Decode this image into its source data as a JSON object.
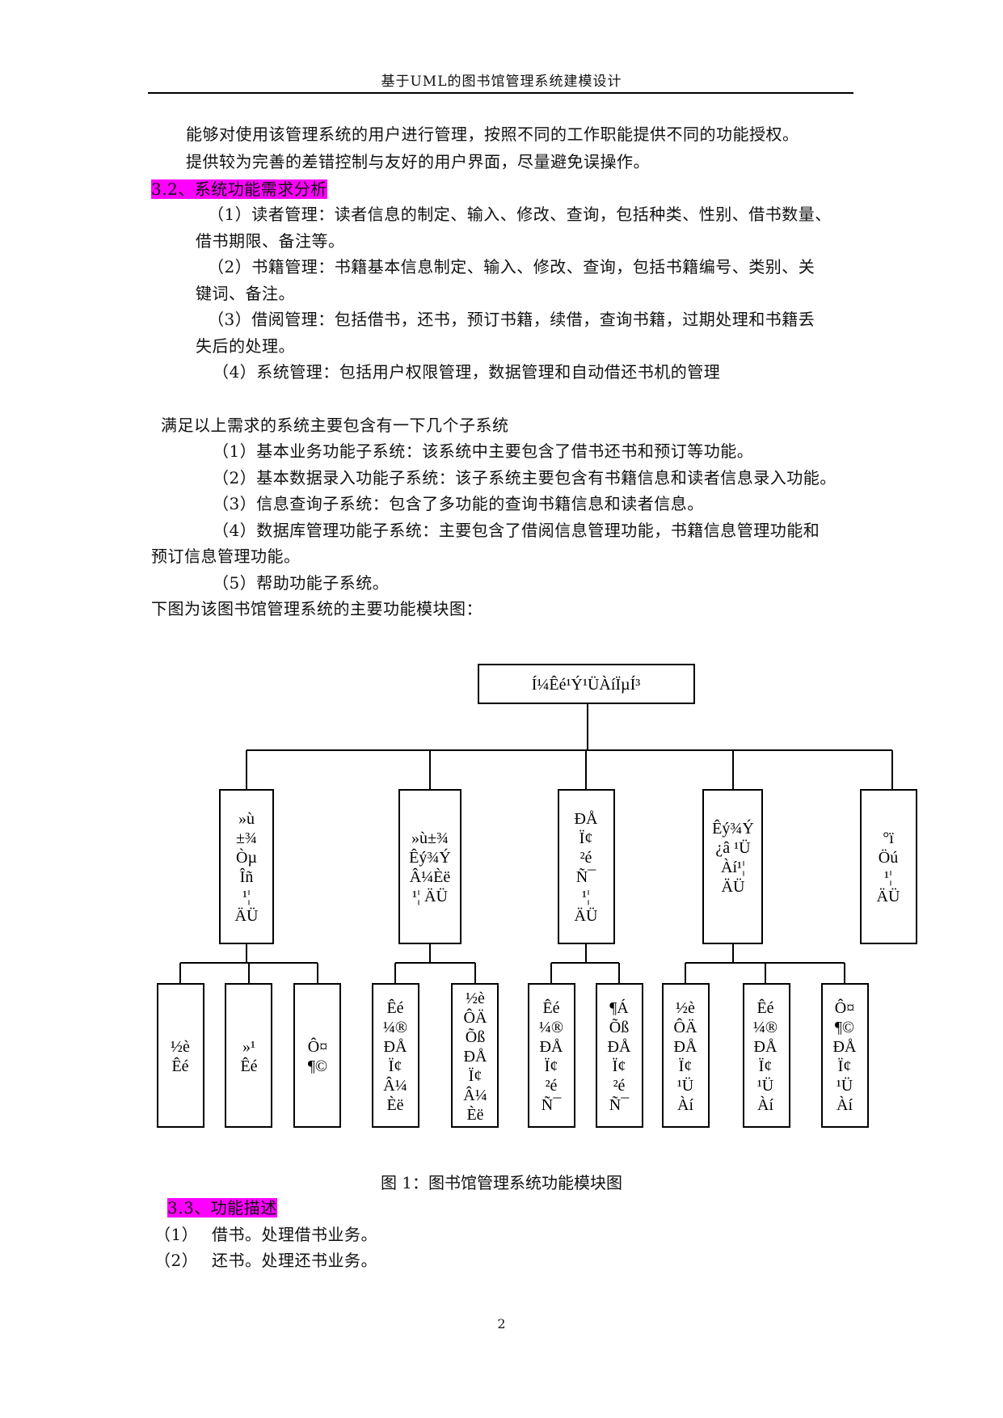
{
  "header": {
    "title": "基于UML的图书馆管理系统建模设计"
  },
  "intro": [
    "能够对使用该管理系统的用户进行管理，按照不同的工作职能提供不同的功能授权。",
    "提供较为完善的差错控制与友好的用户界面，尽量避免误操作。"
  ],
  "section_3_2": {
    "heading": "3.2、系统功能需求分析",
    "items": [
      "（1）读者管理：读者信息的制定、输入、修改、查询，包括种类、性别、借书数量、",
      "借书期限、备注等。",
      "（2）书籍管理：书籍基本信息制定、输入、修改、查询，包括书籍编号、类别、关",
      "键词、备注。",
      "（3）借阅管理：包括借书，还书，预订书籍，续借，查询书籍，过期处理和书籍丢",
      "失后的处理。",
      "（4）系统管理：包括用户权限管理，数据管理和自动借还书机的管理"
    ],
    "subsystems_intro": "满足以上需求的系统主要包含有一下几个子系统",
    "subsystems": [
      "（1）基本业务功能子系统：该系统中主要包含了借书还书和预订等功能。",
      "（2）基本数据录入功能子系统：该子系统主要包含有书籍信息和读者信息录入功能。",
      "（3）信息查询子系统：包含了多功能的查询书籍信息和读者信息。",
      "（4）数据库管理功能子系统：主要包含了借阅信息管理功能，书籍信息管理功能和",
      "预订信息管理功能。",
      "（5）帮助功能子系统。"
    ],
    "figure_intro": "下图为该图书馆管理系统的主要功能模块图："
  },
  "diagram": {
    "root": "Í¼Êé¹Ý¹ÜÀíÏµÍ³",
    "modules": [
      {
        "lines": [
          "»ù",
          "±¾",
          "Òµ",
          "Îñ",
          "¹¦",
          "ÄÜ"
        ]
      },
      {
        "lines": [
          "»ù±¾",
          "Êý¾Ý",
          "Â¼Èë",
          "¹¦ ÄÜ"
        ]
      },
      {
        "lines": [
          "ÐÅ",
          "Ï¢",
          "²é",
          "Ñ¯",
          "¹¦",
          "ÄÜ"
        ]
      },
      {
        "lines": [
          "Êý¾Ý",
          "¿â ¹Ü",
          "Àí¹¦",
          "ÄÜ"
        ]
      },
      {
        "lines": [
          "°ï",
          "Öú",
          "¹¦",
          "ÄÜ"
        ]
      }
    ],
    "leaves": [
      {
        "lines": [
          "½è",
          "Êé"
        ]
      },
      {
        "lines": [
          "»¹",
          "Êé"
        ]
      },
      {
        "lines": [
          "Ô¤",
          "¶©"
        ]
      },
      {
        "lines": [
          "Êé",
          "¼®",
          "ÐÅ",
          "Ï¢",
          "Â¼",
          "Èë"
        ]
      },
      {
        "lines": [
          "½è",
          "ÔÄ",
          "Õß",
          "ÐÅ",
          "Ï¢",
          "Â¼",
          "Èë"
        ]
      },
      {
        "lines": [
          "Êé",
          "¼®",
          "ÐÅ",
          "Ï¢",
          "²é",
          "Ñ¯"
        ]
      },
      {
        "lines": [
          "¶Á",
          "Õß",
          "ÐÅ",
          "Ï¢",
          "²é",
          "Ñ¯"
        ]
      },
      {
        "lines": [
          "½è",
          "ÔÄ",
          "ÐÅ",
          "Ï¢",
          "¹Ü",
          "Àí"
        ]
      },
      {
        "lines": [
          "Êé",
          "¼®",
          "ÐÅ",
          "Ï¢",
          "¹Ü",
          "Àí"
        ]
      },
      {
        "lines": [
          "Ô¤",
          "¶©",
          "ÐÅ",
          "Ï¢",
          "¹Ü",
          "Àí"
        ]
      }
    ]
  },
  "figure_caption": "图 1：图书馆管理系统功能模块图",
  "section_3_3": {
    "heading": "3.3、功能描述",
    "items": [
      {
        "num": "（1）",
        "text": "借书。处理借书业务。"
      },
      {
        "num": "（2）",
        "text": "还书。处理还书业务。"
      }
    ]
  },
  "page_number": "2"
}
